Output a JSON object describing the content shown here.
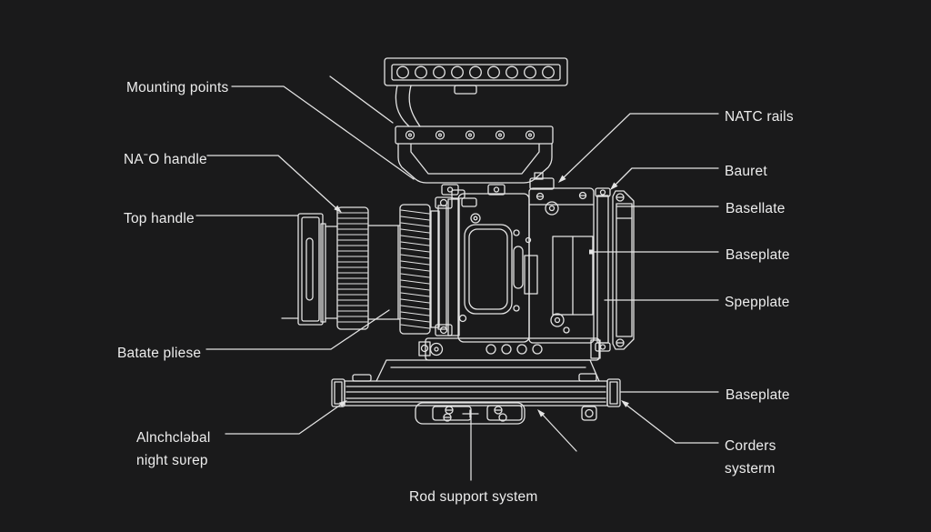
{
  "page": {
    "title": "Camera rig exploded line diagram",
    "background": "#1a1a1b",
    "line_color": "#e6e6e6",
    "text_color": "#ededed"
  },
  "labels": {
    "left": [
      {
        "text": "Mounting points"
      },
      {
        "text": "NAˉO handle"
      },
      {
        "text": "Top handle"
      },
      {
        "text": "Batate pliese"
      },
      {
        "text_line1": "Alnchcləbal",
        "text_line2": "night sʋrep"
      }
    ],
    "right": [
      {
        "text": "NATC rails"
      },
      {
        "text": "Bauret"
      },
      {
        "text": "Basellate"
      },
      {
        "text": "Baseplate"
      },
      {
        "text": "Spepplate"
      },
      {
        "text": "Baseplate"
      },
      {
        "text_line1": "Corders",
        "text_line2": "systerm"
      }
    ],
    "bottom": [
      {
        "text": "Rod support system"
      }
    ]
  },
  "icons": [
    {
      "name": "leader-arrowhead",
      "meaning": "small filled triangle pointing at the referenced camera part"
    }
  ]
}
